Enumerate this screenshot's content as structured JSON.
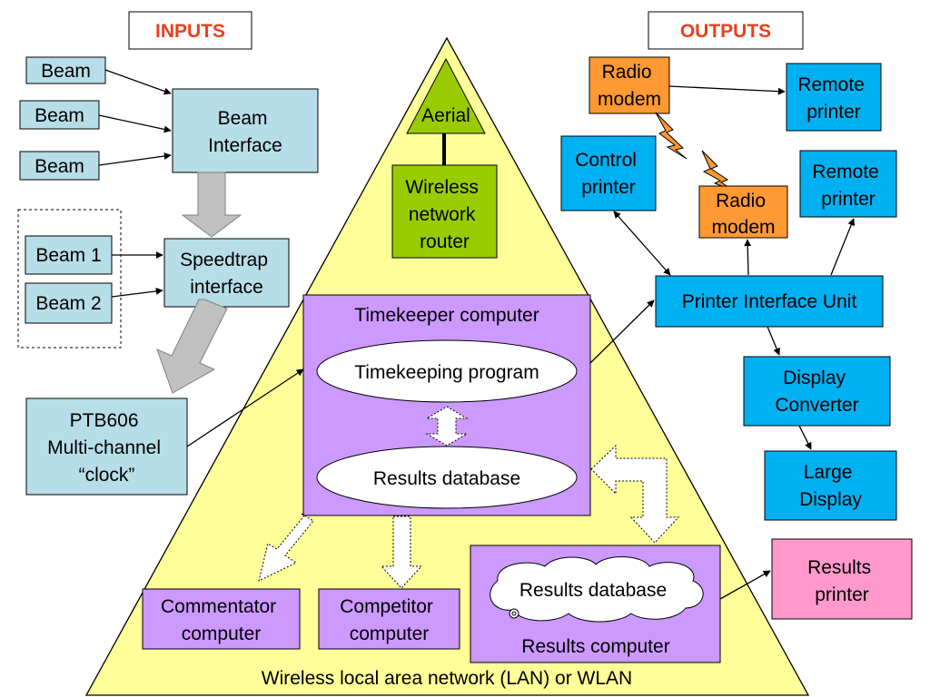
{
  "headers": {
    "inputs": "INPUTS",
    "outputs": "OUTPUTS"
  },
  "inputs": {
    "beam_a": "Beam",
    "beam_b": "Beam",
    "beam_c": "Beam",
    "beam_interface": [
      "Beam",
      "Interface"
    ],
    "beam_1": "Beam 1",
    "beam_2": "Beam 2",
    "speedtrap": [
      "Speedtrap",
      "interface"
    ],
    "ptb606": [
      "PTB606",
      "Multi-channel",
      "“clock”"
    ]
  },
  "network": {
    "aerial": "Aerial",
    "router": [
      "Wireless",
      "network",
      "router"
    ],
    "timekeeper_title": "Timekeeper computer",
    "timekeeping_program": "Timekeeping program",
    "results_database": "Results database",
    "commentator": [
      "Commentator",
      "computer"
    ],
    "competitor": [
      "Competitor",
      "computer"
    ],
    "cloud_database": "Results database",
    "results_computer": "Results computer",
    "lan_label": "Wireless local area network (LAN) or WLAN"
  },
  "outputs": {
    "radio_modem_top": [
      "Radio",
      "modem"
    ],
    "remote_printer_top": [
      "Remote",
      "printer"
    ],
    "control_printer": [
      "Control",
      "printer"
    ],
    "radio_modem_mid": [
      "Radio",
      "modem"
    ],
    "remote_printer_right": [
      "Remote",
      "printer"
    ],
    "printer_interface": "Printer Interface Unit",
    "display_converter": [
      "Display",
      "Converter"
    ],
    "large_display": [
      "Large",
      "Display"
    ],
    "results_printer": [
      "Results",
      "printer"
    ]
  },
  "colors": {
    "triangle": "#ffff99",
    "input_box": "#b7dde8",
    "purple": "#cc99ff",
    "cyan": "#00b0f0",
    "orange": "#ff9933",
    "green": "#99cc00",
    "pink": "#ff99cc",
    "header_text": "#e8401c",
    "grey_arrow": "#c0c0c0"
  }
}
